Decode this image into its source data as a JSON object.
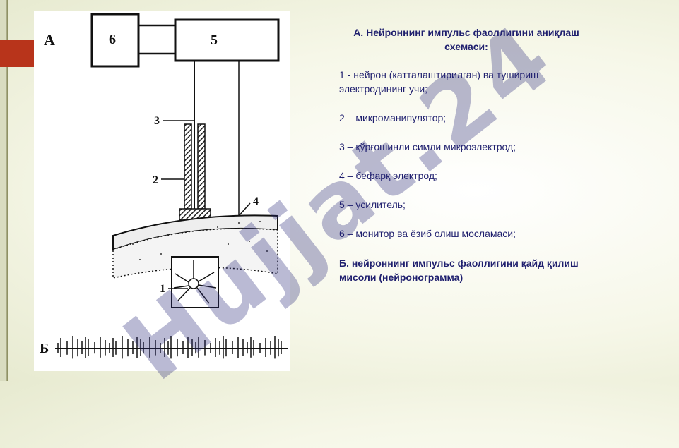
{
  "diagram": {
    "panel_a_label": "А",
    "panel_b_label": "Б",
    "box_6_label": "6",
    "box_5_label": "5",
    "marker_1": "1",
    "marker_2": "2",
    "marker_3": "3",
    "marker_4": "4"
  },
  "text": {
    "heading": "А. Нейроннинг импульс фаоллигини аниқлаш схемаси:",
    "items": [
      "1 - нейрон (катталаштирилган) ва тушириш электродининг учи;",
      "2 – микроманипулятор;",
      "3 – қўрғошинли симли микроэлектрод;",
      "4 – бефарқ электрод;",
      "5 – усилитель;",
      "6 – монитор ва ёзиб олиш мосламаси;"
    ],
    "footer": "Б. нейроннинг импульс фаоллигини қайд қилиш мисоли (нейронограмма)"
  },
  "watermark": "Hujjat.24",
  "colors": {
    "accent": "#b8341b",
    "text": "#1f1f6e"
  }
}
